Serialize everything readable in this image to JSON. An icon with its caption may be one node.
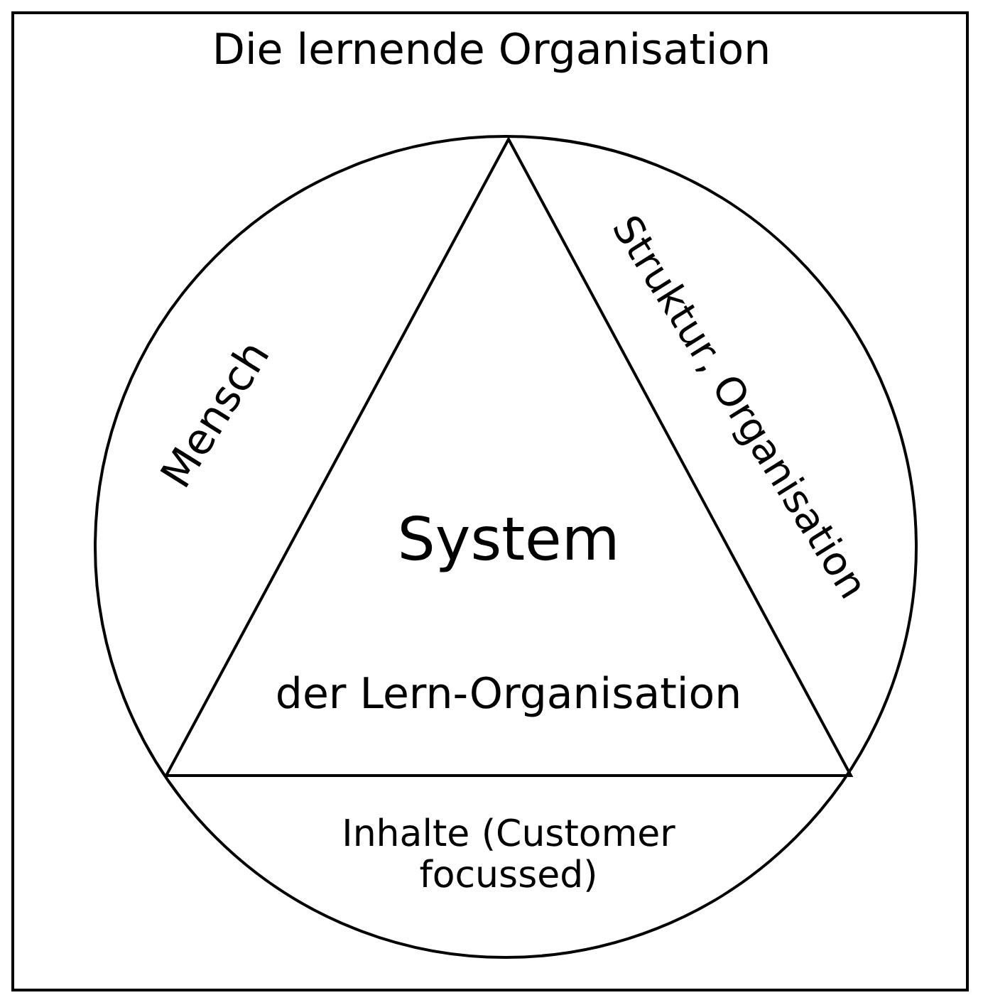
{
  "diagram": {
    "title": "Die lernende Organisation",
    "nodes": [
      {
        "text": [
          "Mensch",
          "Struktur, Organisation",
          "Inhalte (Customer focussed)"
        ]
      },
      {
        "text": [
          "System",
          "der Lern-Organisation"
        ],
        "in": 0
      }
    ]
  }
}
